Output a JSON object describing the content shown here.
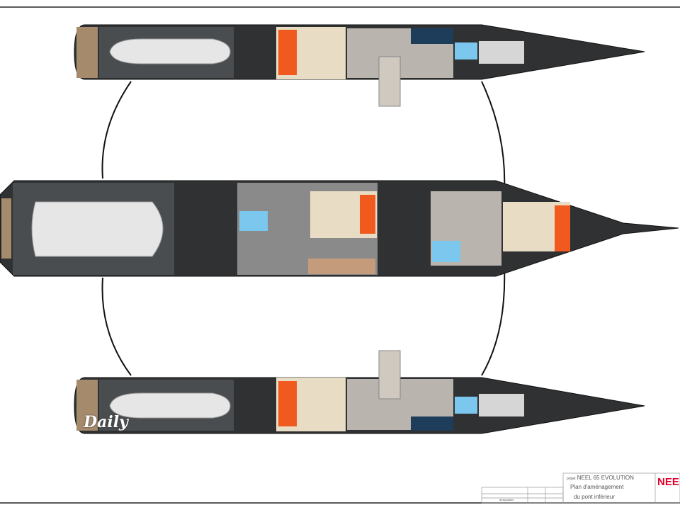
{
  "drawing": {
    "project_prefix": "projet",
    "project": "NEEL 65 EVOLUTION",
    "title_line1": "Plan d'aménagement",
    "title_line2": "du pont inférieur",
    "brand": "NEE",
    "table_header": "désignation"
  },
  "watermark": "Daily",
  "colors": {
    "hull": "#2f3133",
    "deck": "#4a4d50",
    "cushion": "#f05a1e",
    "bed": "#e8dcc4",
    "floor": "#b9b4ad",
    "water": "#7cc7ee",
    "brand": "#e4002b"
  }
}
